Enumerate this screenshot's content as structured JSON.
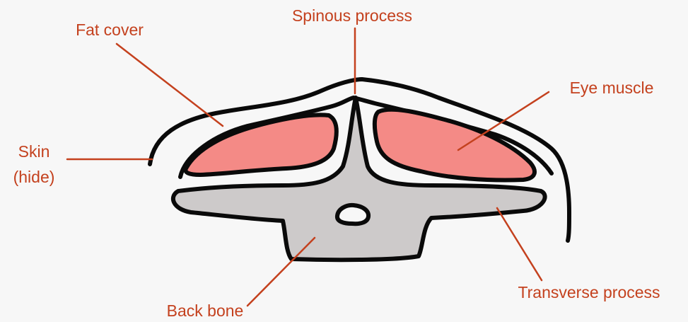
{
  "labels": {
    "spinous_process": "Spinous process",
    "fat_cover": "Fat cover",
    "eye_muscle": "Eye muscle",
    "skin_line1": "Skin",
    "skin_line2": "(hide)",
    "back_bone": "Back bone",
    "transverse_process": "Transverse process"
  },
  "colors": {
    "label": "#c4411e",
    "muscle_fill": "#f48a86",
    "bone_fill": "#cdcaca",
    "outline": "#0a0a0a",
    "background": "#f7f7f7"
  }
}
